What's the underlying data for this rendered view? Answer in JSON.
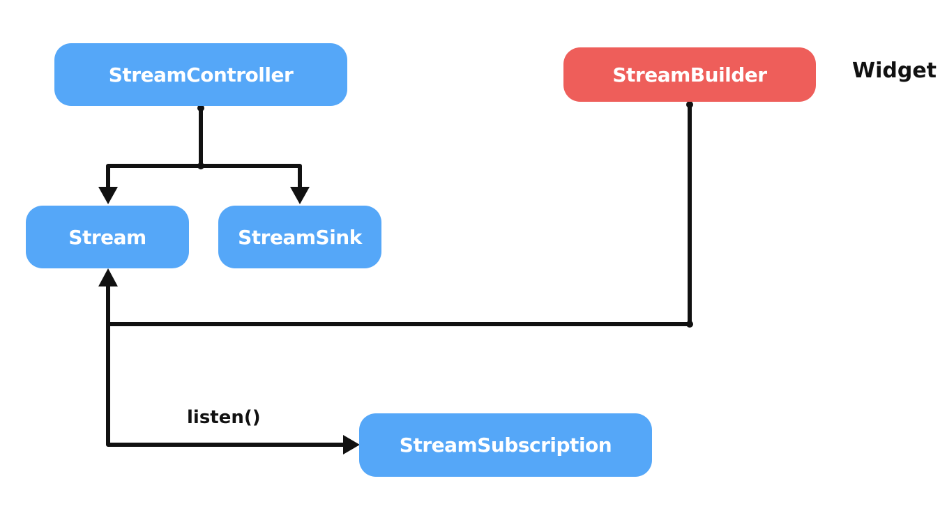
{
  "diagram": {
    "nodes": [
      {
        "id": "stream-controller",
        "label": "StreamController"
      },
      {
        "id": "stream-builder",
        "label": "StreamBuilder"
      },
      {
        "id": "stream",
        "label": "Stream"
      },
      {
        "id": "stream-sink",
        "label": "StreamSink"
      },
      {
        "id": "stream-subscription",
        "label": "StreamSubscription"
      }
    ],
    "annotations": {
      "widget": "Widget",
      "listen": "listen()"
    },
    "edges": [
      {
        "from": "stream-controller",
        "to": "stream"
      },
      {
        "from": "stream-controller",
        "to": "stream-sink"
      },
      {
        "from": "stream-builder",
        "to": "stream"
      },
      {
        "from": "stream",
        "to": "stream-subscription",
        "label": "listen()"
      }
    ],
    "colors": {
      "blue": "#55a7f8",
      "red": "#ee5e5a",
      "line": "#111111",
      "text": "#ffffff"
    }
  }
}
